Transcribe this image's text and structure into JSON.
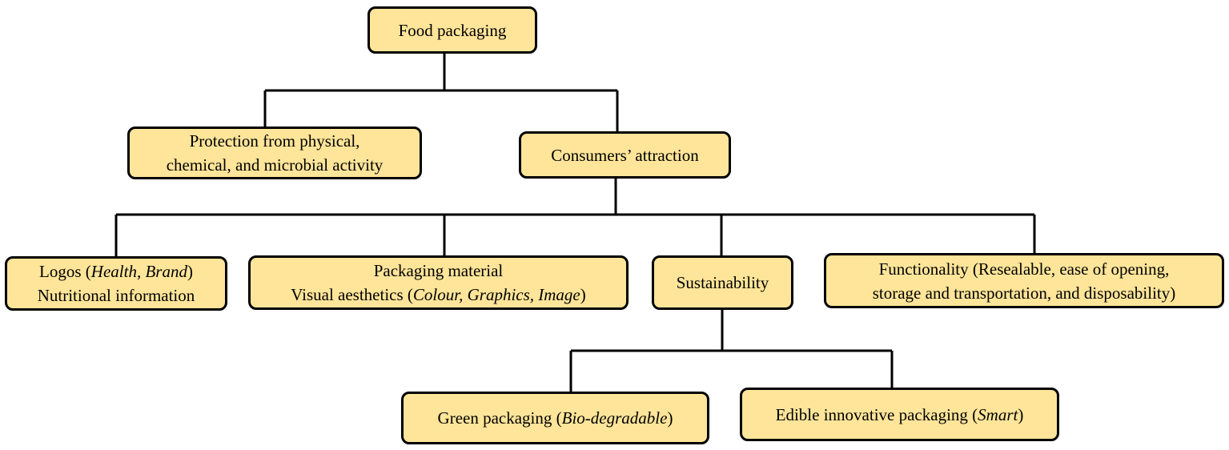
{
  "nodes": {
    "root": "Food packaging",
    "protection": {
      "line1": "Protection from physical,",
      "line2": "chemical, and microbial activity"
    },
    "attraction": "Consumers’ attraction",
    "logos": {
      "l1a": "Logos (",
      "l1b": "Health, Brand",
      "l1c": ")",
      "l2": "Nutritional information"
    },
    "material": {
      "l1": "Packaging material",
      "l2a": "Visual aesthetics (",
      "l2b": "Colour, Graphics, Image",
      "l2c": ")"
    },
    "sustainability": "Sustainability",
    "functionality": {
      "line1": "Functionality (Resealable, ease of opening,",
      "line2": "storage and transportation, and disposability)"
    },
    "green": {
      "a": "Green packaging (",
      "b": "Bio-degradable",
      "c": ")"
    },
    "edible": {
      "a": "Edible innovative packaging (",
      "b": "Smart",
      "c": ")"
    }
  },
  "colors": {
    "node_fill": "#ffe599",
    "border": "#000000"
  }
}
